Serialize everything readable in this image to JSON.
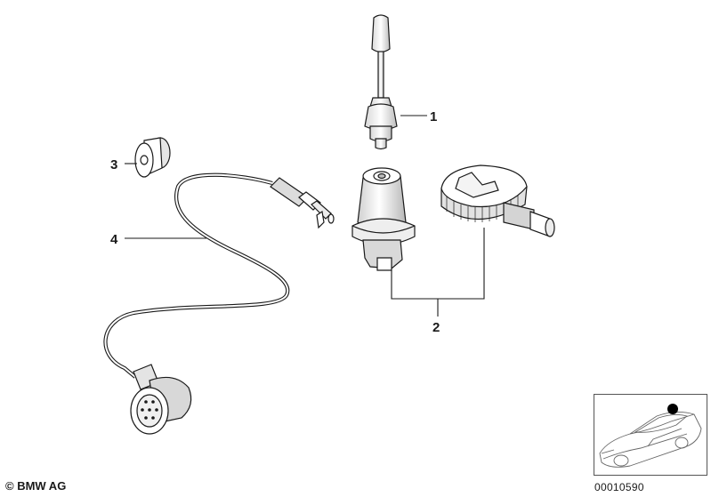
{
  "callouts": {
    "c1": "1",
    "c2": "2",
    "c3": "3",
    "c4": "4"
  },
  "footer": {
    "copyright": "© BMW AG",
    "part_number": "00010590"
  },
  "parts": {
    "antenna_rod": "antenna-rod-icon",
    "antenna_base": "antenna-base-icon",
    "mounting_nut": "mounting-nut-icon",
    "grommet": "grommet-icon",
    "cable": "antenna-cable-icon",
    "car_locator": "car-locator-icon"
  },
  "colors": {
    "line": "#1a1a1a",
    "fill": "#ffffff",
    "shade": "#cfcfcf",
    "marker": "#000000"
  }
}
